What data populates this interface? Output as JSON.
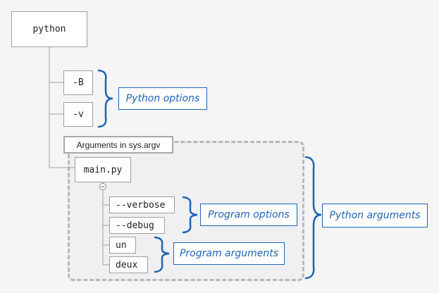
{
  "nodes": {
    "python": "python",
    "opt_b": "-B",
    "opt_v": "-v",
    "main": "main.py",
    "verbose": "--verbose",
    "debug": "--debug",
    "un": "un",
    "deux": "deux"
  },
  "group": {
    "label": "Arguments in sys.argv"
  },
  "callouts": {
    "python_options": "Python options",
    "program_options": "Program options",
    "program_arguments": "Program arguments",
    "python_arguments": "Python arguments"
  },
  "colors": {
    "accent": "#1e64b4",
    "border": "#9e9e9e",
    "connector": "#a0a0a0"
  },
  "icons": {
    "collapse": "minus-circle-icon",
    "brace": "curly-brace-icon"
  }
}
